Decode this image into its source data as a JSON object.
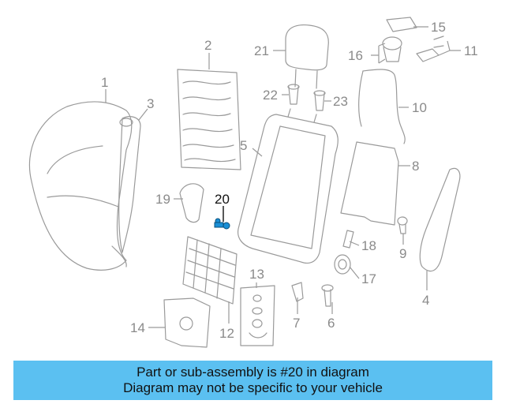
{
  "callouts": [
    {
      "id": "1",
      "text": "1"
    },
    {
      "id": "2",
      "text": "2"
    },
    {
      "id": "3",
      "text": "3"
    },
    {
      "id": "4",
      "text": "4"
    },
    {
      "id": "5",
      "text": "5"
    },
    {
      "id": "6",
      "text": "6"
    },
    {
      "id": "7",
      "text": "7"
    },
    {
      "id": "8",
      "text": "8"
    },
    {
      "id": "9",
      "text": "9"
    },
    {
      "id": "10",
      "text": "10"
    },
    {
      "id": "11",
      "text": "11"
    },
    {
      "id": "12",
      "text": "12"
    },
    {
      "id": "13",
      "text": "13"
    },
    {
      "id": "14",
      "text": "14"
    },
    {
      "id": "15",
      "text": "15"
    },
    {
      "id": "16",
      "text": "16"
    },
    {
      "id": "17",
      "text": "17"
    },
    {
      "id": "18",
      "text": "18"
    },
    {
      "id": "19",
      "text": "19"
    },
    {
      "id": "20",
      "text": "20"
    },
    {
      "id": "21",
      "text": "21"
    },
    {
      "id": "22",
      "text": "22"
    },
    {
      "id": "23",
      "text": "23"
    }
  ],
  "highlighted_part": "20",
  "highlight_color": "#1a8fd6",
  "banner": {
    "line1": "Part or sub-assembly is #20 in diagram",
    "line2": "Diagram may not be specific to your vehicle",
    "background": "#5bc0f1"
  }
}
